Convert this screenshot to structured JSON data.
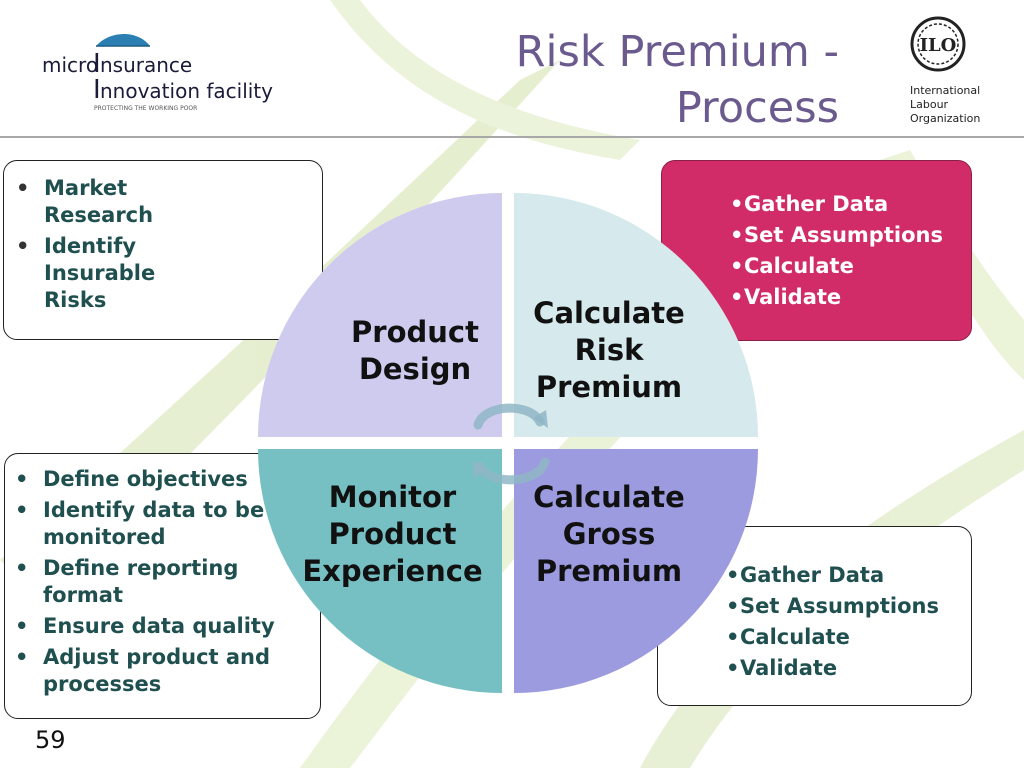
{
  "slide": {
    "title_line1": "Risk Premium -",
    "title_line2": "Process",
    "page_number": "59"
  },
  "logos": {
    "left": {
      "word_micro": "micro",
      "word_insurance": "nsurance",
      "word_innovation": "nnovation facility",
      "initial": "I",
      "tagline": "PROTECTING THE WORKING POOR"
    },
    "right": {
      "emblem_text": "ILO",
      "line1": "International",
      "line2": "Labour",
      "line3": "Organization"
    }
  },
  "quadrants": {
    "product_design": {
      "line1": "Product",
      "line2": "Design"
    },
    "calculate_risk_premium": {
      "line1": "Calculate",
      "line2": "Risk",
      "line3": "Premium"
    },
    "monitor_product_experience": {
      "line1": "Monitor",
      "line2": "Product",
      "line3": "Experience"
    },
    "calculate_gross_premium": {
      "line1": "Calculate",
      "line2": "Gross",
      "line3": "Premium"
    }
  },
  "boxes": {
    "top_left": {
      "items": [
        {
          "line1": "Market",
          "line2": "Research"
        },
        {
          "line1": "Identify",
          "line2": "Insurable",
          "line3": "Risks"
        }
      ]
    },
    "top_right": {
      "items": [
        "Gather Data",
        "Set Assumptions",
        "Calculate",
        "Validate"
      ]
    },
    "bottom_left": {
      "items": [
        {
          "line1": "Define objectives",
          "line2": ""
        },
        {
          "line1": "Identify data to be",
          "line2": "monitored"
        },
        {
          "line1": "Define reporting",
          "line2": "format"
        },
        {
          "line1": "Ensure data quality",
          "line2": ""
        },
        {
          "line1": "Adjust product and",
          "line2": "processes"
        }
      ]
    },
    "bottom_right": {
      "items": [
        "Gather Data",
        "Set Assumptions",
        "Calculate",
        "Validate"
      ]
    }
  },
  "bullet_char": "•",
  "colors": {
    "title": "#6b5a8e",
    "product_design": "#cfcbee",
    "calculate_risk_premium": "#d6e9ec",
    "monitor_product_experience": "#76c0c4",
    "calculate_gross_premium": "#9d9bdf",
    "accent_box": "#d12c67",
    "bullet_text": "#1f4f4f"
  }
}
